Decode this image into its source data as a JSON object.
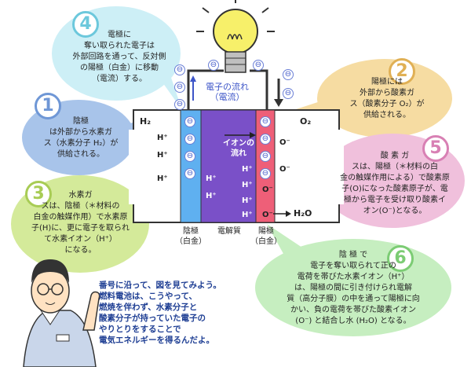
{
  "colors": {
    "bubble1": "#a8c4ea",
    "bubble2": "#f6dca2",
    "bubble3": "#d4ea9a",
    "bubble4": "#cdeff6",
    "bubble5": "#f0c0dc",
    "bubble6": "#c6eec0",
    "anode": "#5fb0f0",
    "electrolyte": "#7a50c8",
    "cathode": "#ee5f78",
    "narration": "#1f3f94"
  },
  "labels": {
    "h2": "H₂",
    "o2": "O₂",
    "h2o": "H₂O",
    "electron_flow": [
      "電子の流れ",
      "（電流）"
    ],
    "ion_flow": [
      "イオンの",
      "流れ"
    ],
    "anode": [
      "陰極",
      "（白金）"
    ],
    "electrolyte": "電解質",
    "cathode": [
      "陽極",
      "（白金）"
    ],
    "h_plus": "H⁺",
    "o_minus": "O⁻",
    "electron": "⊖"
  },
  "steps": [
    {
      "num": "1",
      "lines": [
        "陰極",
        "は外部から水素ガ",
        "ス（水素分子 H₂）が",
        "供給される。"
      ]
    },
    {
      "num": "2",
      "lines": [
        "陽極には",
        "外部から酸素ガ",
        "ス（酸素分子 O₂）が",
        "供給される。"
      ]
    },
    {
      "num": "3",
      "lines": [
        "水素ガ",
        "スは、陰極（＊材料の",
        "白金の触媒作用）で水素原",
        "子(H)に、更に電子を取られ",
        "て水素イオン（H⁺）",
        "になる。"
      ]
    },
    {
      "num": "4",
      "lines": [
        "電極に",
        "奪い取られた電子は",
        "外部回路を通って、反対側",
        "の陽極（白金）に移動",
        "（電流）する。"
      ]
    },
    {
      "num": "5",
      "lines": [
        "酸 素 ガ",
        "スは、陽極（＊材料の白",
        "金の触媒作用による）で酸素原",
        "子(O)になった酸素原子が、電",
        "極から電子を受け取り酸素イ",
        "オン(O⁻)となる。"
      ]
    },
    {
      "num": "6",
      "lines": [
        "陰 極 で",
        "電子を奪い取られて正の",
        "電荷を帯びた水素イオン（H⁺）",
        "は、陽極の間に引き付けられ電解",
        "質（高分子膜）の中を通って陽極に向",
        "かい、負の電荷を帯びた酸素イオン",
        "(O⁻) と結合し水 (H₂O) となる。"
      ]
    }
  ],
  "narration": [
    "番号に沿って、図を見てみよう。",
    "燃料電池は、こうやって、",
    "燃焼を伴わず、水素分子と",
    "酸素分子が持っていた電子の",
    "やりとりをすることで",
    "電気エネルギーを得るんだよ。"
  ]
}
